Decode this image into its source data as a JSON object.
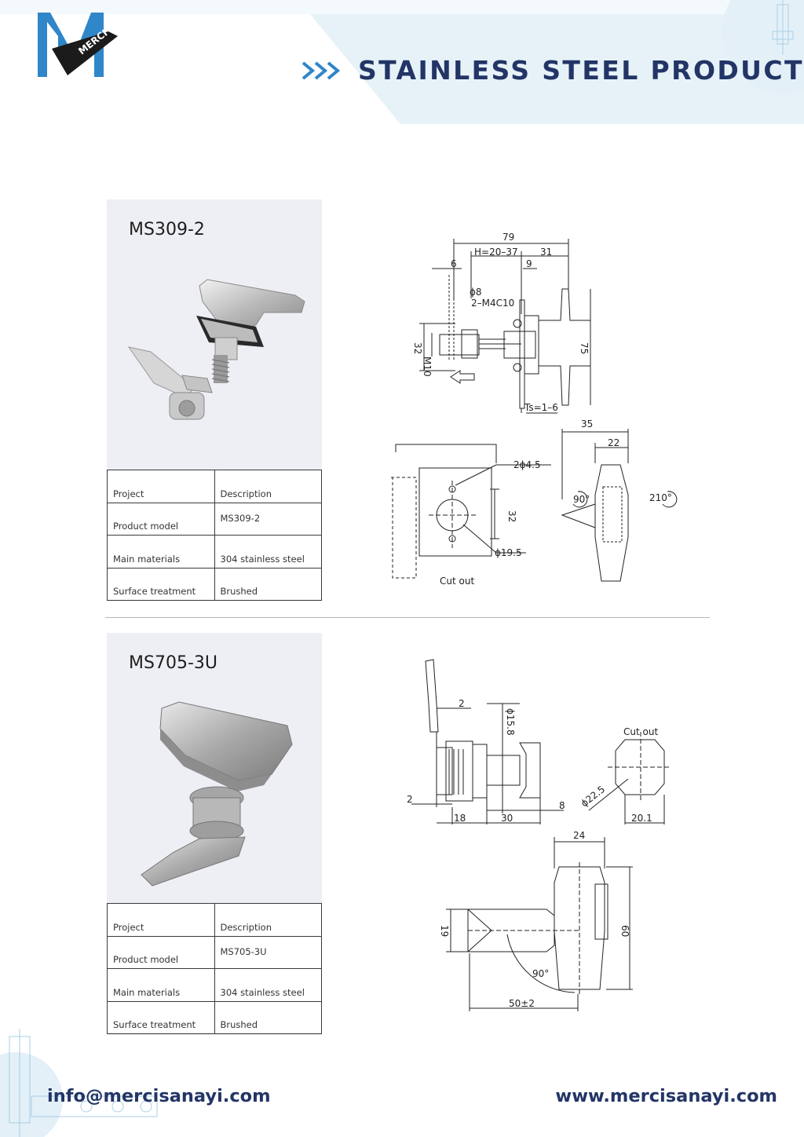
{
  "header": {
    "brand_text": "MERCI",
    "title": "STAINLESS STEEL PRODUCTS"
  },
  "colors": {
    "brand_navy": "#233566",
    "brand_blue": "#2f86c9",
    "band_light": "#e8f3f9",
    "card_bg": "#eeeff4"
  },
  "products": [
    {
      "model_title": "MS309-2",
      "spec": {
        "project_label": "Project",
        "description_label": "Description",
        "model_label": "Product model",
        "model_value": "MS309-2",
        "materials_label": "Main materials",
        "materials_value": "304 stainless steel",
        "surface_label": "Surface treatment",
        "surface_value": "Brushed"
      },
      "drawing_labels": {
        "d79": "79",
        "h": "H=20–37",
        "d31": "31",
        "d6": "6",
        "d9": "9",
        "phi8": "ϕ8",
        "m4": "2–M4C10",
        "m10": "M10",
        "d32": "32",
        "d75": "75",
        "ts": "Ts=1–6",
        "d35": "35",
        "d22": "22",
        "hole": "2ϕ4.5",
        "d32b": "32",
        "phi195": "ϕ19.5",
        "cutout": "Cut out",
        "a90": "90°",
        "a210": "210°"
      }
    },
    {
      "model_title": "MS705-3U",
      "spec": {
        "project_label": "Project",
        "description_label": "Description",
        "model_label": "Product model",
        "model_value": "MS705-3U",
        "materials_label": "Main materials",
        "materials_value": "304 stainless steel",
        "surface_label": "Surface treatment",
        "surface_value": "Brushed"
      },
      "drawing_labels": {
        "d2a": "2",
        "phi158": "ϕ15.8",
        "cutout": "Cut out",
        "d2b": "2",
        "d8": "8",
        "phi225": "ϕ22.5",
        "d18": "18",
        "d30": "30",
        "d201": "20.1",
        "d24": "24",
        "d19": "19",
        "d60": "60",
        "a90": "90°",
        "d50": "50±2"
      }
    }
  ],
  "footer": {
    "email": "info@mercisanayi.com",
    "website": "www.mercisanayi.com"
  }
}
